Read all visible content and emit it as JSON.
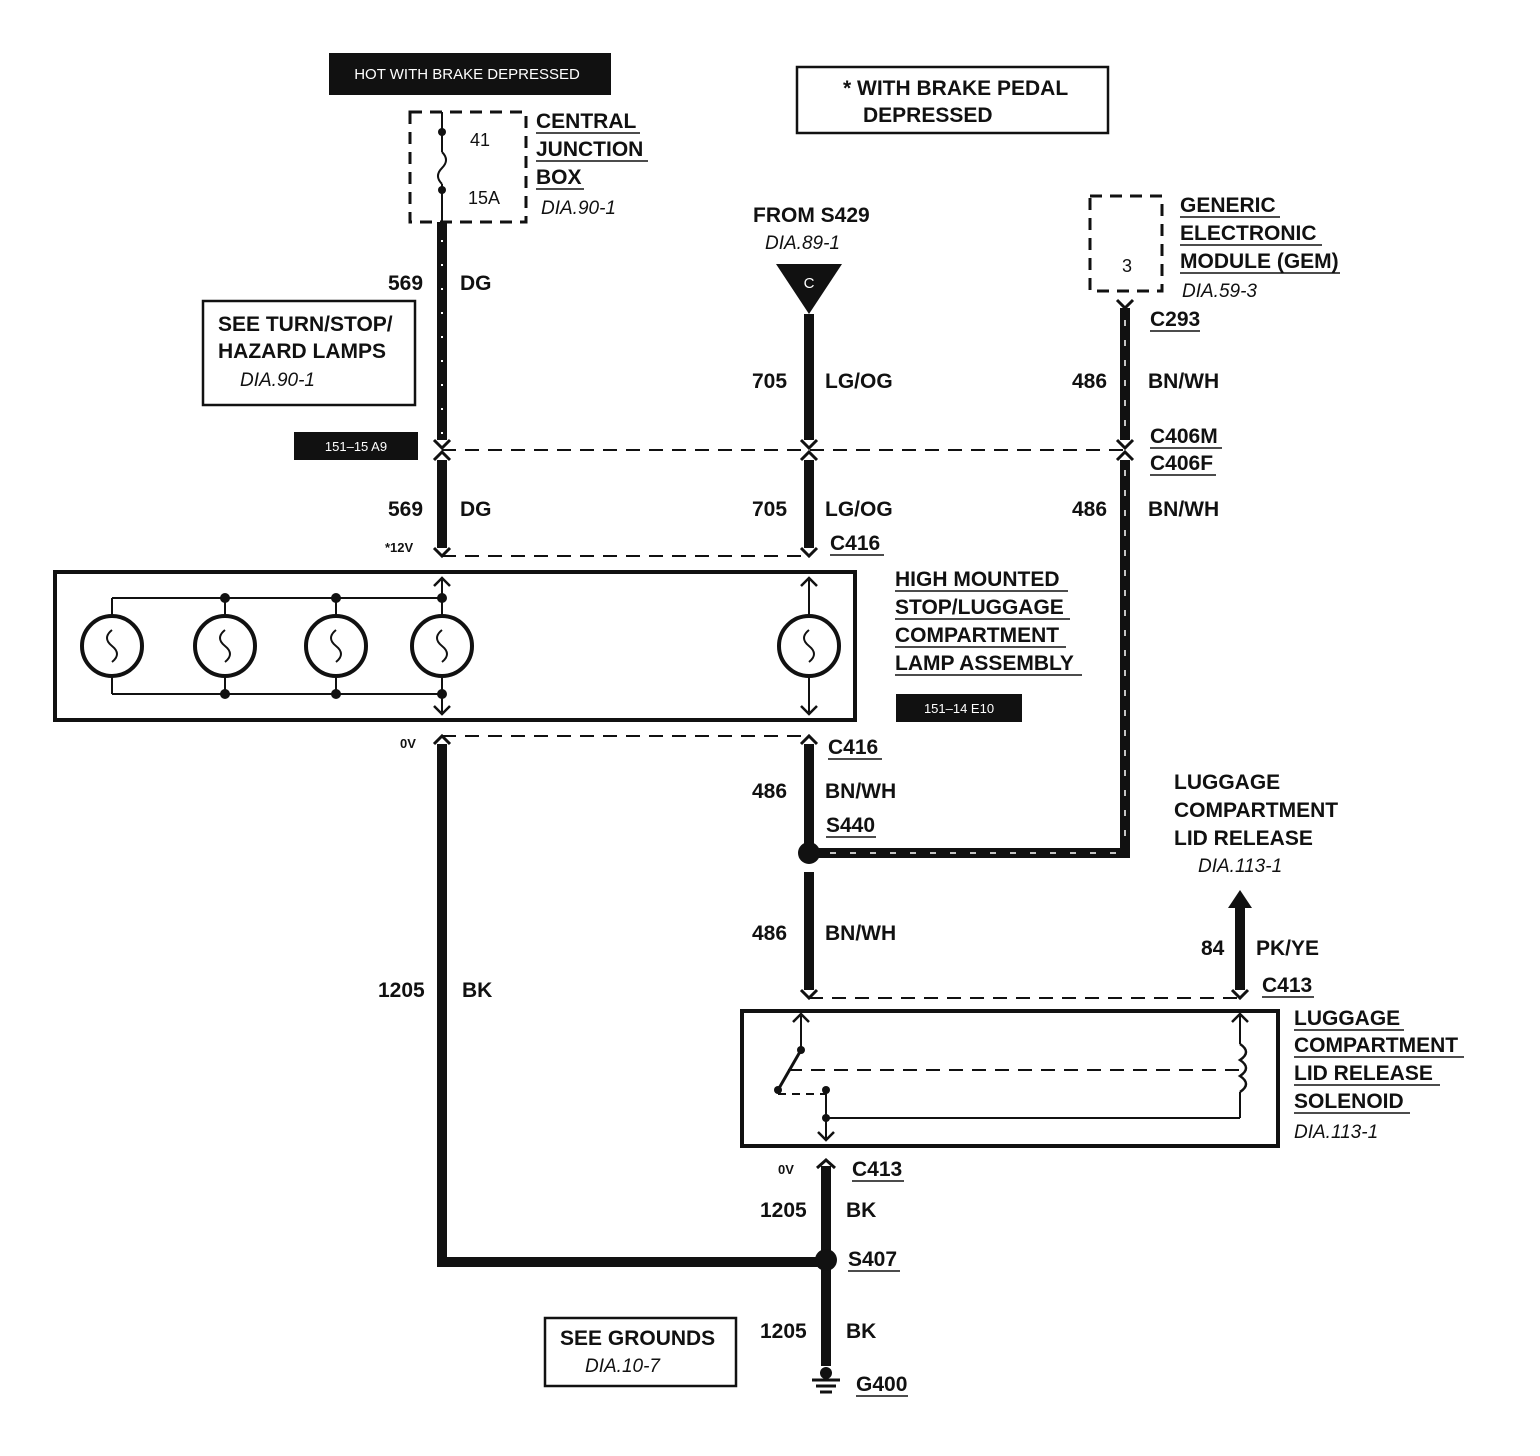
{
  "header": {
    "hot_banner": "HOT WITH BRAKE DEPRESSED",
    "note_line1": "* WITH BRAKE PEDAL",
    "note_line2": "DEPRESSED"
  },
  "central_junction_box": {
    "line1": "CENTRAL",
    "line2": "JUNCTION",
    "line3": "BOX",
    "ref": "DIA.90-1",
    "fuse_number": "41",
    "fuse_rating": "15A"
  },
  "turn_stop_ref": {
    "line1": "SEE TURN/STOP/",
    "line2": "HAZARD LAMPS",
    "ref": "DIA.90-1"
  },
  "from_s429": {
    "label": "FROM S429",
    "ref": "DIA.89-1",
    "connector_letter": "C"
  },
  "gem": {
    "line1": "GENERIC",
    "line2": "ELECTRONIC",
    "line3": "MODULE (GEM)",
    "ref": "DIA.59-3",
    "pin": "3",
    "connector": "C293"
  },
  "wires": {
    "w569_top": {
      "circuit": "569",
      "color": "DG"
    },
    "w705_top": {
      "circuit": "705",
      "color": "LG/OG"
    },
    "w486_top": {
      "circuit": "486",
      "color": "BN/WH"
    },
    "w569_mid": {
      "circuit": "569",
      "color": "DG"
    },
    "w705_mid": {
      "circuit": "705",
      "color": "LG/OG"
    },
    "w486_mid": {
      "circuit": "486",
      "color": "BN/WH"
    },
    "w486_lamp": {
      "circuit": "486",
      "color": "BN/WH"
    },
    "w486_low": {
      "circuit": "486",
      "color": "BN/WH"
    },
    "w84": {
      "circuit": "84",
      "color": "PK/YE"
    },
    "w1205_left": {
      "circuit": "1205",
      "color": "BK"
    },
    "w1205_a": {
      "circuit": "1205",
      "color": "BK"
    },
    "w1205_b": {
      "circuit": "1205",
      "color": "BK"
    }
  },
  "connectors": {
    "c406m": "C406M",
    "c406f": "C406F",
    "c416_top": "C416",
    "c416_bottom": "C416",
    "s440": "S440",
    "c413_top": "C413",
    "c413_bottom": "C413",
    "s407": "S407",
    "g400": "G400"
  },
  "tags": {
    "locator_1": "151–15 A9",
    "locator_2": "151–14 E10"
  },
  "voltages": {
    "v12": "*12V",
    "v0_lamp": "0V",
    "v0_solenoid": "0V"
  },
  "lamp_assembly": {
    "line1": "HIGH MOUNTED",
    "line2": "STOP/LUGGAGE",
    "line3": "COMPARTMENT",
    "line4": "LAMP ASSEMBLY"
  },
  "lid_release_ref": {
    "line1": "LUGGAGE",
    "line2": "COMPARTMENT",
    "line3": "LID RELEASE",
    "ref": "DIA.113-1"
  },
  "solenoid": {
    "line1": "LUGGAGE",
    "line2": "COMPARTMENT",
    "line3": "LID RELEASE",
    "line4": "SOLENOID",
    "ref": "DIA.113-1"
  },
  "grounds_ref": {
    "line1": "SEE GROUNDS",
    "ref": "DIA.10-7"
  }
}
